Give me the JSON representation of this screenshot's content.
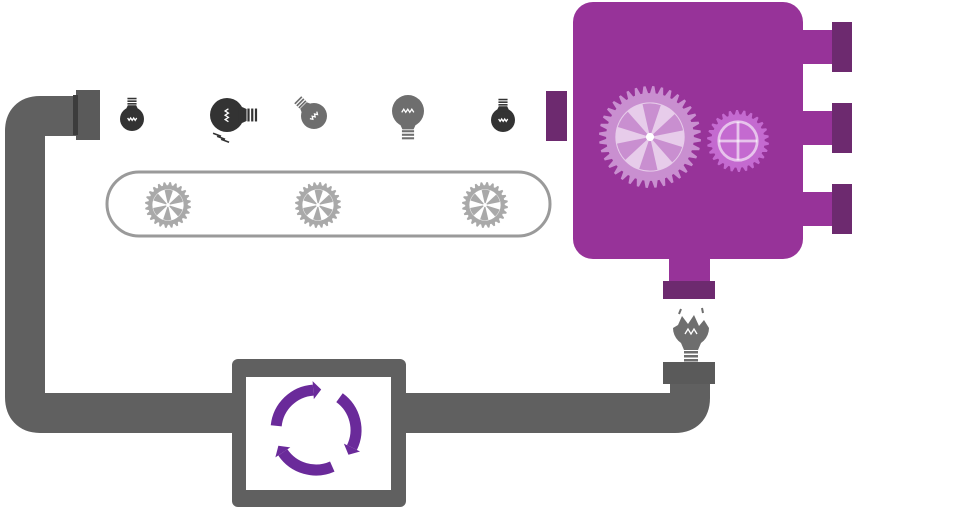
{
  "diagram": {
    "colors": {
      "pipe": "#606060",
      "pipe_fitting": "#5a5a5a",
      "machine": "#973399",
      "machine_port": "#6d2a6f",
      "gear_large": "#c98fd0",
      "gear_small": "#c46ad0",
      "bulb_dark": "#333333",
      "bulb_gray": "#6e6e6e",
      "conveyor_outline": "#9a9a9a",
      "conveyor_gear": "#a9a9a9",
      "recycle_arc": "#6a2a9a"
    },
    "bulbs_on_belt": [
      {
        "name": "bulb-1",
        "style": "dark"
      },
      {
        "name": "bulb-2",
        "style": "dark-broken"
      },
      {
        "name": "bulb-3",
        "style": "gray-tilted"
      },
      {
        "name": "bulb-4",
        "style": "gray"
      },
      {
        "name": "bulb-5",
        "style": "dark"
      }
    ],
    "conveyor_gears": 3,
    "machine_output_ports": 3,
    "output": {
      "name": "broken-bulb",
      "style": "cracked"
    },
    "recycler": {
      "name": "recycle-station",
      "icon": "recycle-arrows-icon"
    }
  }
}
